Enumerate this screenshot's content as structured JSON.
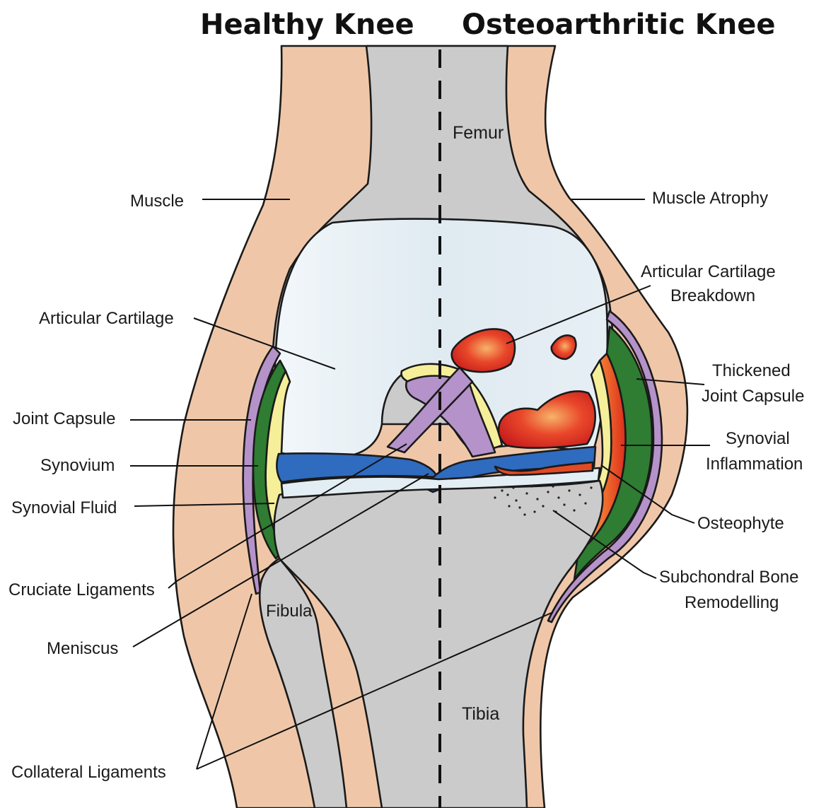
{
  "titles": {
    "left": "Healthy Knee",
    "right": "Osteoarthritic Knee"
  },
  "bones": {
    "femur": "Femur",
    "tibia": "Tibia",
    "fibula": "Fibula"
  },
  "labels_left": {
    "muscle": "Muscle",
    "articular_cartilage": "Articular Cartilage",
    "joint_capsule": "Joint Capsule",
    "synovium": "Synovium",
    "synovial_fluid": "Synovial Fluid",
    "cruciate_ligaments": "Cruciate Ligaments",
    "meniscus": "Meniscus",
    "collateral_ligaments": "Collateral Ligaments"
  },
  "labels_right": {
    "muscle_atrophy": "Muscle Atrophy",
    "cartilage_breakdown_1": "Articular Cartilage",
    "cartilage_breakdown_2": "Breakdown",
    "thickened_capsule_1": "Thickened",
    "thickened_capsule_2": "Joint Capsule",
    "synovial_inflammation_1": "Synovial",
    "synovial_inflammation_2": "Inflammation",
    "osteophyte": "Osteophyte",
    "subchondral_1": "Subchondral Bone",
    "subchondral_2": "Remodelling"
  },
  "colors": {
    "skin": "#efc7a8",
    "bone": "#cbcbcb",
    "cartilage": "#e3eef4",
    "joint_capsule": "#2e7d32",
    "synovium_purple": "#b592c9",
    "synovial_fluid": "#f6ef9a",
    "meniscus_blue": "#2f6bbf",
    "inflammation_red": "#d8231c",
    "inflammation_orange": "#f07a2a"
  }
}
